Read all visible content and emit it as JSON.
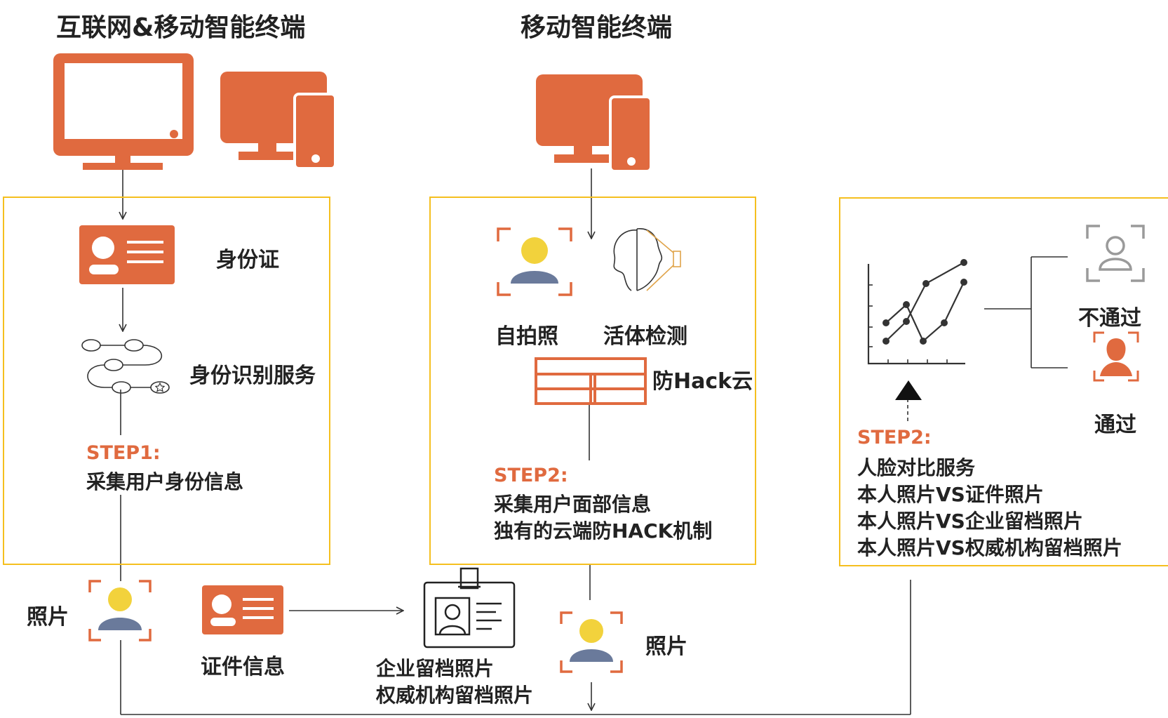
{
  "colors": {
    "accent": "#E06A3F",
    "box_border": "#F5BF1F",
    "face_yellow": "#F2D23C",
    "face_blue": "#6A7A9B",
    "line": "#333333",
    "gray_icon": "#9A9A9A"
  },
  "headers": {
    "left": "互联网&移动智能终端",
    "middle": "移动智能终端"
  },
  "step1": {
    "id_card_label": "身份证",
    "id_service_label": "身份识别服务",
    "title": "STEP1:",
    "desc": "采集用户身份信息"
  },
  "step2_collect": {
    "selfie_label": "自拍照",
    "liveness_label": "活体检测",
    "antihack_label": "防Hack云",
    "title": "STEP2:",
    "line1": "采集用户面部信息",
    "line2": "独有的云端防HACK机制"
  },
  "step2_compare": {
    "title": "STEP2:",
    "line1": "人脸对比服务",
    "line2": "本人照片VS证件照片",
    "line3": "本人照片VS企业留档照片",
    "line4": "本人照片VS权威机构留档照片",
    "fail_label": "不通过",
    "pass_label": "通过"
  },
  "bottom": {
    "photo_label_left": "照片",
    "cert_label": "证件信息",
    "archive_line1": "企业留档照片",
    "archive_line2": "权威机构留档照片",
    "photo_label_right": "照片"
  },
  "icons": {
    "monitor": "monitor-icon",
    "desktop_phone": "desktop-phone-icon",
    "id_card": "id-card-icon",
    "route": "route-icon",
    "face_frame": "face-frame-icon",
    "liveness": "face-profile-scan-icon",
    "firewall": "brick-wall-icon",
    "badge": "employee-badge-icon",
    "chart": "line-chart-icon",
    "user_frame": "user-scan-icon",
    "person_frame": "person-scan-icon",
    "triangle": "triangle-up-icon"
  }
}
